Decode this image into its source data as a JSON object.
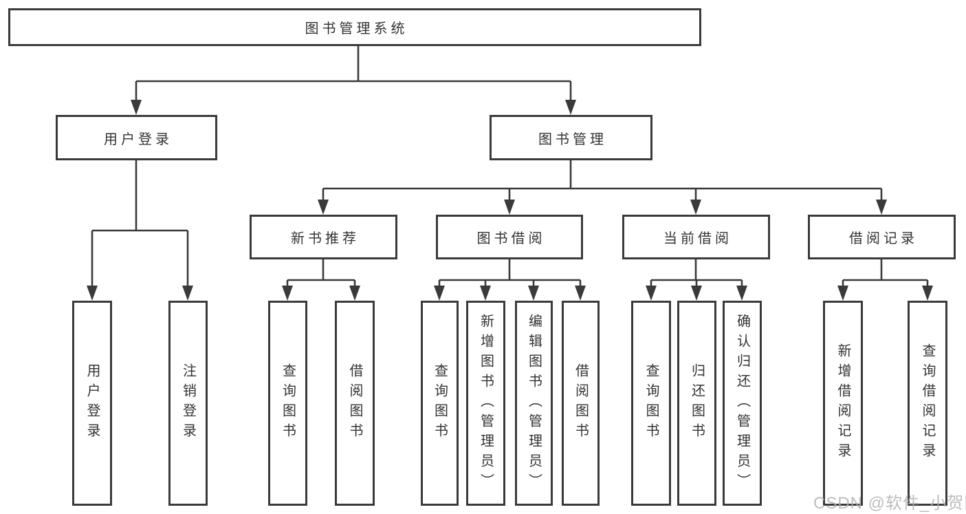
{
  "diagram": {
    "level1": {
      "label": "图书管理系统"
    },
    "level2": [
      {
        "label": "用户登录",
        "leaves": [
          "用户登录",
          "注销登录"
        ]
      },
      {
        "label": "图书管理",
        "groups": [
          {
            "label": "新书推荐",
            "leaves": [
              "查询图书",
              "借阅图书"
            ]
          },
          {
            "label": "图书借阅",
            "leaves": [
              "查询图书",
              "新增图书（管理员）",
              "编辑图书（管理员）",
              "借阅图书"
            ]
          },
          {
            "label": "当前借阅",
            "leaves": [
              "查询图书",
              "归还图书",
              "确认归还（管理员）"
            ]
          },
          {
            "label": "借阅记录",
            "leaves": [
              "新增借阅记录",
              "查询借阅记录"
            ]
          }
        ]
      }
    ]
  },
  "watermark": {
    "text": "CSDN @软件_小贺同学"
  },
  "colors": {
    "line": "#3a3a3a",
    "text": "#333333",
    "background": "#ffffff",
    "watermark": "#b2b2b2"
  }
}
